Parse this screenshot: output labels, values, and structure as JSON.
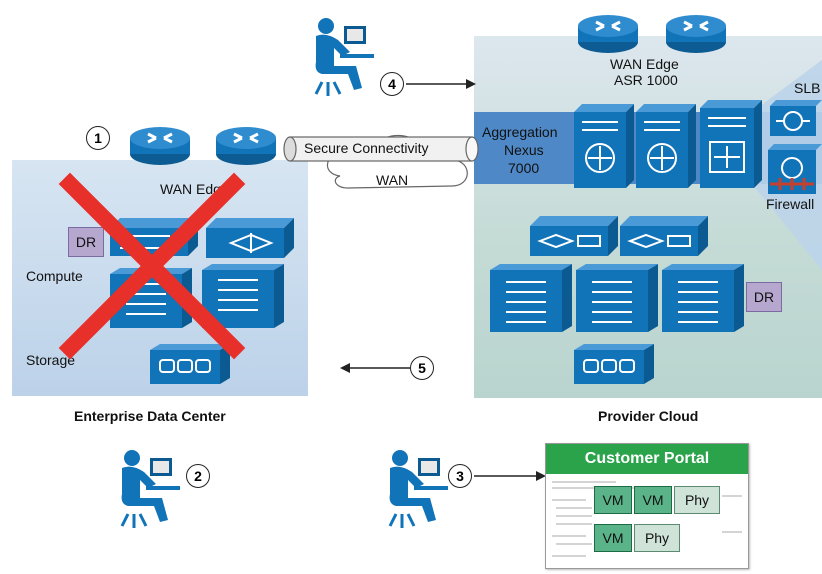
{
  "steps": [
    "1",
    "2",
    "3",
    "4",
    "5"
  ],
  "enterprise": {
    "caption": "Enterprise Data Center",
    "wan_edge_label": "WAN Edge",
    "dr_tag": "DR",
    "compute_label": "Compute",
    "storage_label": "Storage"
  },
  "connectivity": {
    "tunnel_label": "Secure Connectivity",
    "cloud_label": "WAN"
  },
  "provider": {
    "caption": "Provider Cloud",
    "wan_edge_label_line1": "WAN Edge",
    "wan_edge_label_line2": "ASR 1000",
    "aggregation_line1": "Aggregation",
    "aggregation_line2": "Nexus",
    "aggregation_line3": "7000",
    "slb_label": "SLB",
    "firewall_label": "Firewall",
    "dr_tag": "DR"
  },
  "portal": {
    "title": "Customer Portal",
    "row1": [
      "VM",
      "VM",
      "Phy"
    ],
    "row2": [
      "VM",
      "Phy"
    ]
  },
  "colors": {
    "failure_x": "#e8302a",
    "device_blue": "#1173b8",
    "portal_green": "#2aa34a",
    "vm_green": "#5bb489",
    "dr_purple": "#b6a7cf"
  },
  "icons": [
    "router-icon",
    "switch-icon",
    "server-icon",
    "storage-icon",
    "firewall-icon",
    "load-balancer-icon",
    "user-at-workstation-icon",
    "wan-cloud-icon",
    "arrow-icon"
  ]
}
